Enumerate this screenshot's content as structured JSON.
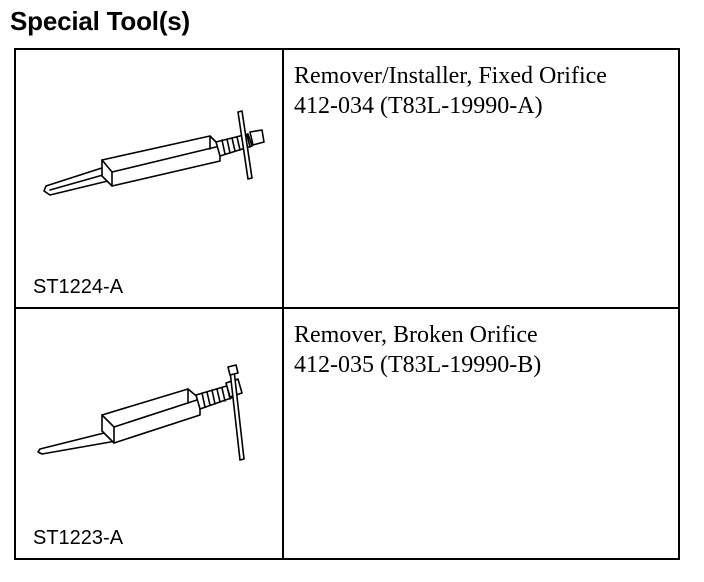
{
  "heading": "Special Tool(s)",
  "tools": [
    {
      "name": "Remover/Installer, Fixed Orifice",
      "number": "412-034 (T83L-19990-A)",
      "illustration_ref": "ST1224-A",
      "icon": "orifice-remover-installer-illustration"
    },
    {
      "name": "Remover, Broken Orifice",
      "number": "412-035 (T83L-19990-B)",
      "illustration_ref": "ST1223-A",
      "icon": "broken-orifice-remover-illustration"
    }
  ]
}
